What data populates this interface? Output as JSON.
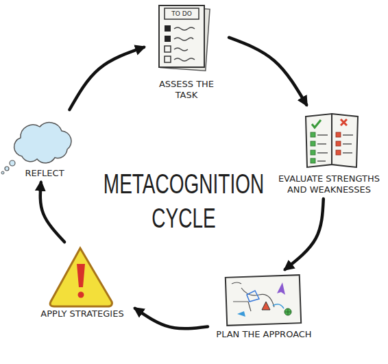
{
  "diagram": {
    "title": "METACOGNITION CYCLE",
    "nodes": [
      {
        "text": [
          "ASSESS THE TASK"
        ]
      },
      {
        "text": [
          "EVALUATE STRENGTHS AND WEAKNESSES"
        ]
      },
      {
        "text": [
          "PLAN THE APPROACH"
        ]
      },
      {
        "text": [
          "APPLY STRATEGIES"
        ]
      },
      {
        "text": [
          "REFLECT"
        ]
      }
    ],
    "edges": [
      {
        "from": 0,
        "to": 1,
        "arrow": "to"
      },
      {
        "from": 1,
        "to": 2,
        "arrow": "to"
      },
      {
        "from": 2,
        "to": 3,
        "arrow": "to"
      },
      {
        "from": 3,
        "to": 4,
        "arrow": "to"
      },
      {
        "from": 4,
        "to": 0,
        "arrow": "to"
      }
    ],
    "labels": [
      "TO DO"
    ]
  }
}
